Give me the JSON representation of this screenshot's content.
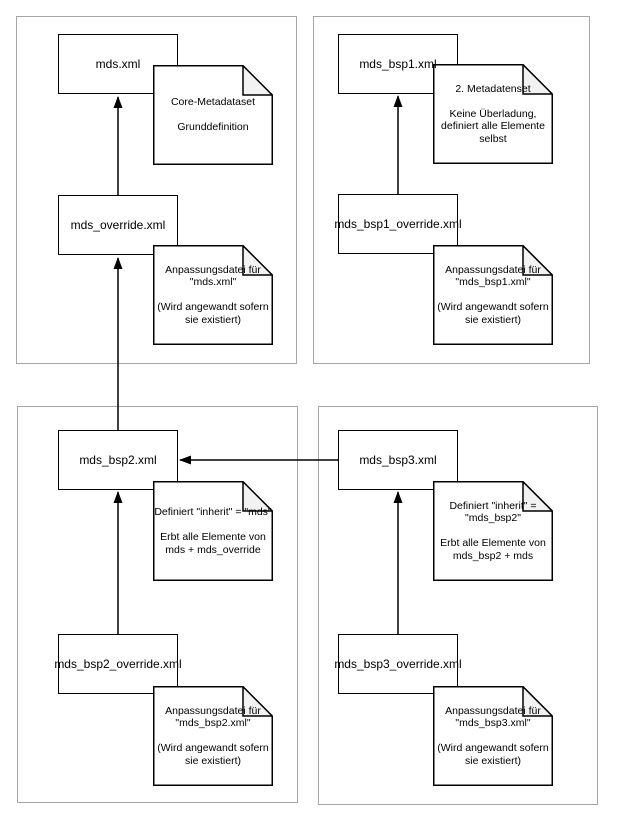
{
  "colors": {
    "background": "#ffffff",
    "panel_border": "#a6a6a6",
    "shape_border": "#000000",
    "shape_fill": "#ffffff",
    "note_fold_fill": "#f2f2f2",
    "arrow": "#000000",
    "text": "#000000"
  },
  "files": {
    "mds": "mds.xml",
    "mds_override": "mds_override.xml",
    "mds_bsp1": "mds_bsp1.xml",
    "mds_bsp1_override": "mds_bsp1_override.xml",
    "mds_bsp2": "mds_bsp2.xml",
    "mds_bsp2_override": "mds_bsp2_override.xml",
    "mds_bsp3": "mds_bsp3.xml",
    "mds_bsp3_override": "mds_bsp3_override.xml"
  },
  "notes": {
    "core": "Core-Metadataset\n\nGrunddefinition",
    "mds_override_note": "Anpassungsdatei für\n\"mds.xml\"\n\n(Wird angewandt sofern\nsie existiert)",
    "metadatenset2": "2. Metadatenset\n\nKeine Überladung,\ndefiniert alle Elemente\nselbst",
    "bsp1_override_note": "Anpassungsdatei für\n\"mds_bsp1.xml\"\n\n(Wird angewandt sofern\nsie existiert)",
    "inherit_mds": "Definiert \"inherit\" = \"mds\"\n\nErbt alle Elemente von\nmds + mds_override",
    "bsp2_override_note": "Anpassungsdatei für\n\"mds_bsp2.xml\"\n\n(Wird angewandt sofern\nsie existiert)",
    "inherit_bsp2": "Definiert \"inherit\" =\n\"mds_bsp2\"\n\nErbt alle Elemente von\nmds_bsp2 + mds",
    "bsp3_override_note": "Anpassungsdatei für\n\"mds_bsp3.xml\"\n\n(Wird angewandt sofern\nsie existiert)"
  },
  "edges": [
    {
      "from": "mds_override.xml",
      "to": "mds.xml"
    },
    {
      "from": "mds_bsp2.xml",
      "to": "mds_override.xml"
    },
    {
      "from": "mds_bsp1_override.xml",
      "to": "mds_bsp1.xml"
    },
    {
      "from": "mds_bsp2_override.xml",
      "to": "mds_bsp2.xml"
    },
    {
      "from": "mds_bsp3_override.xml",
      "to": "mds_bsp3.xml"
    },
    {
      "from": "mds_bsp3.xml",
      "to": "mds_bsp2.xml"
    }
  ]
}
